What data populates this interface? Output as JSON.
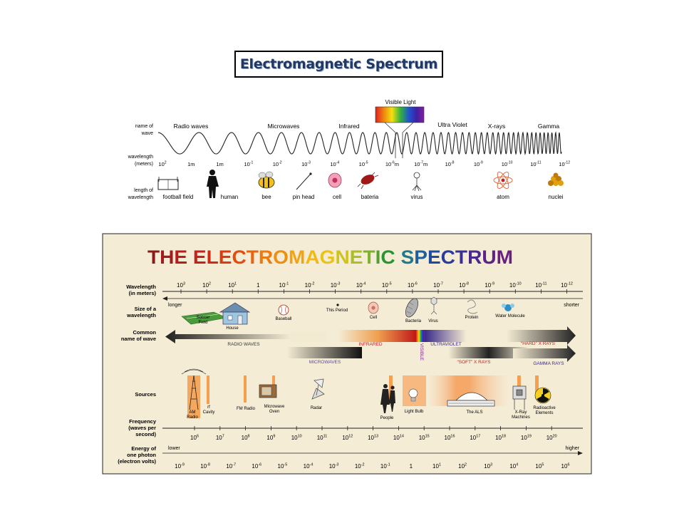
{
  "title": "Electromagnetic Spectrum",
  "top": {
    "row_labels": [
      "name of",
      "wave",
      "wavelength",
      "(meters)",
      "length of",
      "wavelength"
    ],
    "wave_names": [
      "Radio waves",
      "Microwaves",
      "Infrared",
      "Visible Light",
      "Ultra Violet",
      "X-rays",
      "Gamma"
    ],
    "wavelengths": [
      {
        "b": "10",
        "e": "2"
      },
      {
        "b": "1",
        "e": "",
        "suf": "m"
      },
      {
        "b": "1m",
        "e": ""
      },
      {
        "b": "10",
        "e": "-1"
      },
      {
        "b": "10",
        "e": "-2"
      },
      {
        "b": "10",
        "e": "-3"
      },
      {
        "b": "10",
        "e": "-4"
      },
      {
        "b": "10",
        "e": "-5"
      },
      {
        "b": "10",
        "e": "-6",
        "suf": "m"
      },
      {
        "b": "10",
        "e": "-7",
        "suf": "m"
      },
      {
        "b": "10",
        "e": "-8"
      },
      {
        "b": "10",
        "e": "-9"
      },
      {
        "b": "10",
        "e": "-10"
      },
      {
        "b": "10",
        "e": "-11"
      },
      {
        "b": "10",
        "e": "-12"
      }
    ],
    "objects": [
      "football field",
      "human",
      "bee",
      "pin head",
      "cell",
      "bateria",
      "virus",
      "atom",
      "nuclei"
    ]
  },
  "bottom": {
    "title_words": [
      "THE ",
      "ELECTROMAGNETIC ",
      "SPECTRUM"
    ],
    "title_letters": [
      "T",
      "H",
      "E",
      " ",
      "E",
      "L",
      "E",
      "C",
      "T",
      "R",
      "O",
      "M",
      "A",
      "G",
      "N",
      "E",
      "T",
      "I",
      "C",
      " ",
      "S",
      "P",
      "E",
      "C",
      "T",
      "R",
      "U",
      "M"
    ],
    "title_colors": [
      "#8b1a1a",
      "#a31c1c",
      "#b51e1e",
      "#ffffff",
      "#c4201c",
      "#d02a17",
      "#dc3a12",
      "#e24d10",
      "#e86510",
      "#ec7a10",
      "#ef8e10",
      "#f2a312",
      "#f2b815",
      "#e9c31a",
      "#cfc31f",
      "#abbd27",
      "#7fb22c",
      "#4fa230",
      "#2a9435",
      "#ffffff",
      "#1f7a8e",
      "#1e5f9e",
      "#1e4aa4",
      "#2a3b9c",
      "#3a2f95",
      "#4a288e",
      "#5a2388",
      "#6a1f82"
    ],
    "row_labels": {
      "wavelength": [
        "Wavelength",
        "(in meters)"
      ],
      "size": [
        "Size of a",
        "wavelength"
      ],
      "common": [
        "Common",
        "name of wave"
      ],
      "sources": "Sources",
      "frequency": [
        "Frequency",
        "(waves per",
        "second)"
      ],
      "energy": [
        "Energy of",
        "one photon",
        "(electron volts)"
      ]
    },
    "wavelengths": [
      {
        "b": "10",
        "e": "3"
      },
      {
        "b": "10",
        "e": "2"
      },
      {
        "b": "10",
        "e": "1"
      },
      {
        "b": "1",
        "e": ""
      },
      {
        "b": "10",
        "e": "-1"
      },
      {
        "b": "10",
        "e": "-2"
      },
      {
        "b": "10",
        "e": "-3"
      },
      {
        "b": "10",
        "e": "-4"
      },
      {
        "b": "10",
        "e": "-5"
      },
      {
        "b": "10",
        "e": "-6"
      },
      {
        "b": "10",
        "e": "-7"
      },
      {
        "b": "10",
        "e": "-8"
      },
      {
        "b": "10",
        "e": "-9"
      },
      {
        "b": "10",
        "e": "-10"
      },
      {
        "b": "10",
        "e": "-11"
      },
      {
        "b": "10",
        "e": "-12"
      }
    ],
    "longer": "longer",
    "shorter": "shorter",
    "size_objects": [
      "Soccer Field",
      "House",
      "Baseball",
      "This Period",
      "Cell",
      "Bacteria",
      "Virus",
      "Protein",
      "Water Molecule"
    ],
    "bands": [
      "RADIO WAVES",
      "INFRARED",
      "VISIBLE",
      "ULTRAVIOLET",
      "“HARD” X RAYS",
      "MICROWAVES",
      "“SOFT” X RAYS",
      "GAMMA RAYS"
    ],
    "sources": [
      "AM Radio",
      "rf Cavity",
      "FM Radio",
      "Microwave Oven",
      "Radar",
      "People",
      "Light Bulb",
      "The ALS",
      "X-Ray Machines",
      "Radioactive Elements"
    ],
    "frequencies": [
      {
        "b": "10",
        "e": "6"
      },
      {
        "b": "10",
        "e": "7"
      },
      {
        "b": "10",
        "e": "8"
      },
      {
        "b": "10",
        "e": "9"
      },
      {
        "b": "10",
        "e": "10"
      },
      {
        "b": "10",
        "e": "11"
      },
      {
        "b": "10",
        "e": "12"
      },
      {
        "b": "10",
        "e": "13"
      },
      {
        "b": "10",
        "e": "14"
      },
      {
        "b": "10",
        "e": "15"
      },
      {
        "b": "10",
        "e": "16"
      },
      {
        "b": "10",
        "e": "17"
      },
      {
        "b": "10",
        "e": "18"
      },
      {
        "b": "10",
        "e": "19"
      },
      {
        "b": "10",
        "e": "20"
      }
    ],
    "lower": "lower",
    "higher": "higher",
    "energies": [
      {
        "b": "10",
        "e": "-9"
      },
      {
        "b": "10",
        "e": "-8"
      },
      {
        "b": "10",
        "e": "-7"
      },
      {
        "b": "10",
        "e": "-6"
      },
      {
        "b": "10",
        "e": "-5"
      },
      {
        "b": "10",
        "e": "-4"
      },
      {
        "b": "10",
        "e": "-3"
      },
      {
        "b": "10",
        "e": "-2"
      },
      {
        "b": "10",
        "e": "-1"
      },
      {
        "b": "1",
        "e": ""
      },
      {
        "b": "10",
        "e": "1"
      },
      {
        "b": "10",
        "e": "2"
      },
      {
        "b": "10",
        "e": "3"
      },
      {
        "b": "10",
        "e": "4"
      },
      {
        "b": "10",
        "e": "5"
      },
      {
        "b": "10",
        "e": "6"
      }
    ]
  }
}
